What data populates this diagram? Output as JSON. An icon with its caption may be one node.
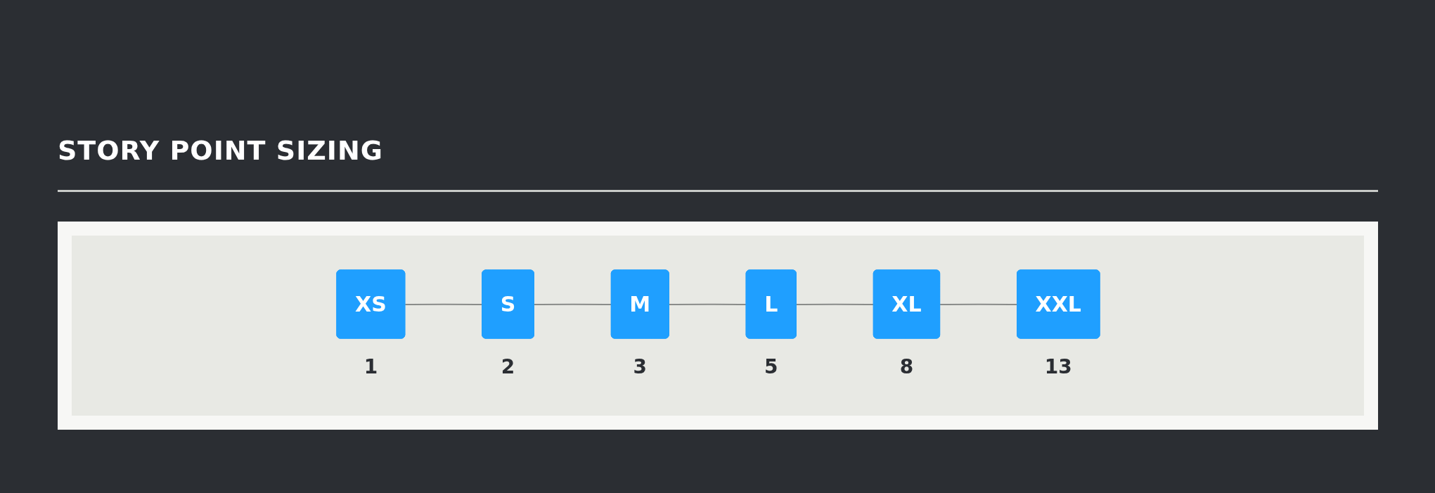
{
  "diagram": {
    "title": "STORY POINT SIZING",
    "nodes": [
      {
        "text": [
          "XS"
        ],
        "beside": [
          "1"
        ]
      },
      {
        "text": [
          "S"
        ],
        "beside": [
          "2"
        ]
      },
      {
        "text": [
          "M"
        ],
        "beside": [
          "3"
        ]
      },
      {
        "text": [
          "L"
        ],
        "beside": [
          "5"
        ]
      },
      {
        "text": [
          "XL"
        ],
        "beside": [
          "8"
        ]
      },
      {
        "text": [
          "XXL"
        ],
        "beside": [
          "13"
        ]
      }
    ],
    "edges": [
      {
        "from": 0,
        "to": 1,
        "arrow": "none"
      },
      {
        "from": 1,
        "to": 2,
        "arrow": "none"
      },
      {
        "from": 2,
        "to": 3,
        "arrow": "none"
      },
      {
        "from": 3,
        "to": 4,
        "arrow": "none"
      },
      {
        "from": 4,
        "to": 5,
        "arrow": "none"
      }
    ]
  }
}
